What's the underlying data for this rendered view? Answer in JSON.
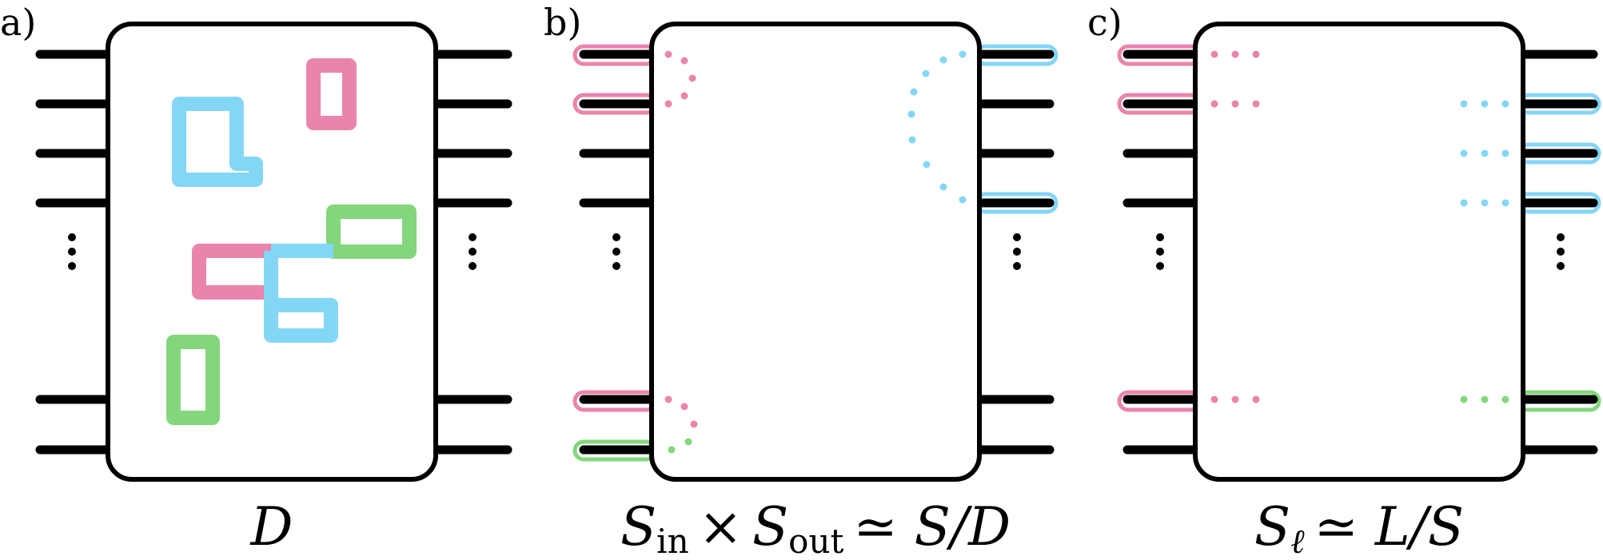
{
  "panels": [
    {
      "label": "a)",
      "caption": {
        "main": "D"
      }
    },
    {
      "label": "b)",
      "caption": {
        "s1": "S",
        "sub1": "in",
        "times": "×",
        "s2": "S",
        "sub2": "out",
        "rel": "≃ S/D"
      }
    },
    {
      "label": "c)",
      "caption": {
        "s1": "S",
        "sub1": "ℓ",
        "rel": "≃ L/S"
      }
    }
  ],
  "colors": {
    "pink": "#EA84AC",
    "blue": "#84D6F6",
    "green": "#83D67C",
    "wire": "#000000",
    "box_fill": "#ffffff"
  }
}
